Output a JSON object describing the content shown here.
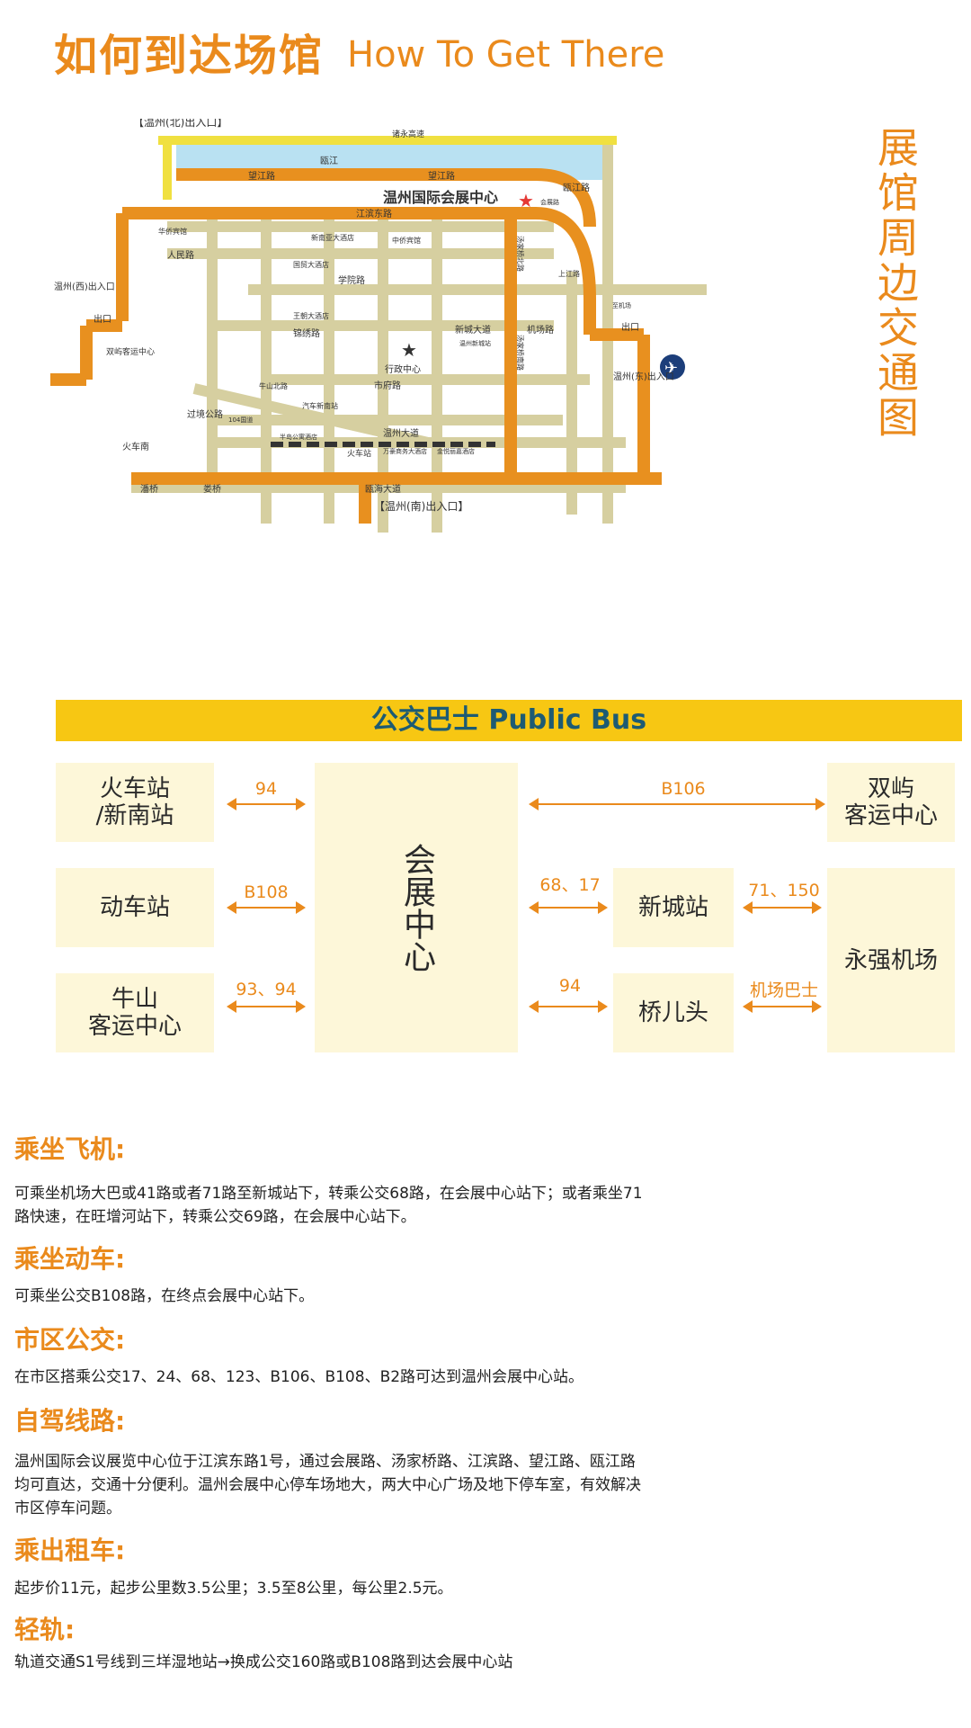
{
  "header": {
    "title_cn": "如何到达场馆",
    "title_en": "How To Get There",
    "side_title": "展馆周边交通图"
  },
  "map": {
    "labels": {
      "north_exit": "【温州(北)出入口】",
      "west_exit": "温州(西)出入口",
      "east_exit": "温州(东)出入口",
      "south_exit": "【温州(南)出入口】",
      "exit": "出口",
      "expressway": "诸永高速",
      "ou_river": "瓯江",
      "wangjiang_road": "望江路",
      "wangjiang_road2": "望江路",
      "ouuijiang_road": "瓯江路",
      "venue": "温州国际会展中心",
      "jiangbin_east": "江滨东路",
      "huihua_hotel": "华侨宾馆",
      "renmin_road": "人民路",
      "xinnanya": "新南亚大酒店",
      "zhongqiao": "中侨宾馆",
      "xueyuan_road": "学院路",
      "jinxiu_road": "锦绣路",
      "xincheng_avenue": "新城大道",
      "jichang_road": "机场路",
      "tangjiaqiao_north": "汤家桥北路",
      "tangjiaqiao_south": "汤家桥南路",
      "admin_center": "行政中心",
      "shifu_road": "市府路",
      "wenzhou_avenue": "温州大道",
      "oulu_avenue": "瓯海大道",
      "train_south": "火车南",
      "train_station": "火车站",
      "shuangyu": "双屿客运中心",
      "huiyan_road": "会展路",
      "shangjiang_road": "上江路",
      "guoguo_road": "过境公路",
      "niushan_road": "牛山北路",
      "wangri_hotel": "王朝大酒店",
      "qiche_station": "汽车新南站",
      "wanhao_hotel": "万豪商务大酒店",
      "jinyue_hotel": "金悦丽嘉酒店",
      "panqiao": "潘桥",
      "louqiao": "娄桥",
      "hotel_a": "国贸大酒店",
      "hotel_b": "半岛公寓酒店",
      "station_a": "温州新城站",
      "airport_label": "至机场",
      "road_104": "104国道"
    }
  },
  "bus": {
    "band_title": "公交巴士   Public Bus",
    "center": "会展中心",
    "left_boxes": [
      "火车站\n/新南站",
      "动车站",
      "牛山\n客运中心"
    ],
    "left_routes": [
      "94",
      "B108",
      "93、94"
    ],
    "right_top_route": "B106",
    "right_top_box": "双屿\n客运中心",
    "mid_boxes": [
      "新城站",
      "桥儿头"
    ],
    "mid_routes_left": [
      "68、17",
      "94"
    ],
    "mid_routes_right": [
      "71、150",
      "机场巴士"
    ],
    "airport_box": "永强机场"
  },
  "info": {
    "sections": [
      {
        "heading": "乘坐飞机:",
        "text": "可乘坐机场大巴或41路或者71路至新城站下，转乘公交68路，在会展中心站下；或者乘坐71路快速，在旺增河站下，转乘公交69路，在会展中心站下。"
      },
      {
        "heading": "乘坐动车:",
        "text": "可乘坐公交B108路，在终点会展中心站下。"
      },
      {
        "heading": "市区公交:",
        "text": "在市区搭乘公交17、24、68、123、B106、B108、B2路可达到温州会展中心站。"
      },
      {
        "heading": "自驾线路:",
        "text": "温州国际会议展览中心位于江滨东路1号，通过会展路、汤家桥路、江滨路、望江路、瓯江路均可直达，交通十分便利。温州会展中心停车场地大，两大中心广场及地下停车室，有效解决市区停车问题。"
      },
      {
        "heading": "乘出租车:",
        "text": "起步价11元，起步公里数3.5公里；3.5至8公里，每公里2.5元。"
      },
      {
        "heading": "轻轨:",
        "text": "轨道交通S1号线到三垟湿地站→换成公交160路或B108路到达会展中心站"
      }
    ]
  },
  "colors": {
    "accent": "#ea8a1c",
    "band": "#f7c713",
    "box": "#fdf7d9",
    "road": "#d6cfa0",
    "main_road": "#e8901f"
  }
}
